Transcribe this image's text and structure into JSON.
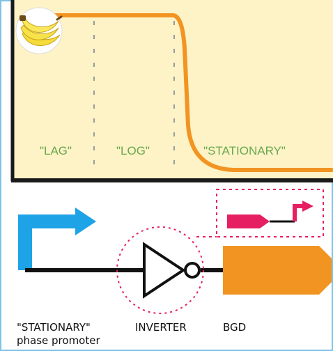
{
  "colors": {
    "frame_border": "#7ec3e6",
    "plot_bg": "#fdf3c6",
    "axis": "#1a1a1a",
    "curve": "#f29422",
    "divider": "#9a9a9a",
    "phase_label": "#6aa84f",
    "promoter": "#1ea3e6",
    "magenta": "#e61f63",
    "gene": "#f29422",
    "wire": "#111111"
  },
  "phases": [
    "\"LAG\"",
    "\"LOG\"",
    "\"STATIONARY\""
  ],
  "icons": {
    "corner_icon": "banana-icon"
  },
  "labels": {
    "promoter_line1": "\"STATIONARY\"",
    "promoter_line2": "phase promoter",
    "inverter": "INVERTER",
    "gene": "BGD"
  }
}
